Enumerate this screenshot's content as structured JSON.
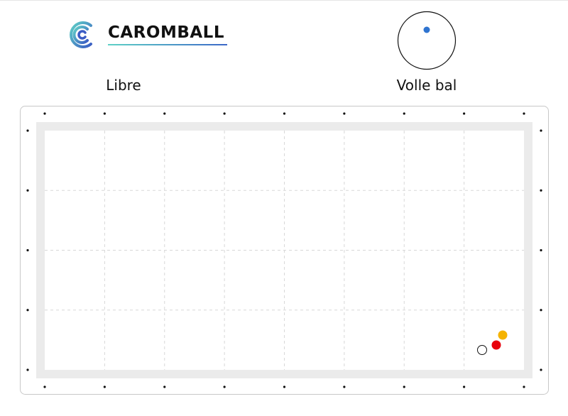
{
  "logo": {
    "text": "CAROMBALL",
    "icon": "caromball-logo-icon"
  },
  "game": {
    "label": "Libre"
  },
  "cue": {
    "label": "Volle bal",
    "icon": "cue-ball-contact-icon",
    "contact_point_color": "#2f74d0"
  },
  "table": {
    "cloth_color": "#ffffff",
    "cushion_color": "#ebebeb",
    "frame_border_color": "#c8c8c8",
    "grid_color": "#d8d8d8",
    "diamonds_per_long_side": 9,
    "diamonds_per_short_side": 5
  },
  "balls": [
    {
      "name": "white-ball",
      "color": "#ffffff",
      "stroke": "#111111"
    },
    {
      "name": "red-ball",
      "color": "#e8000b",
      "stroke": "#e8000b"
    },
    {
      "name": "yellow-ball",
      "color": "#f5b300",
      "stroke": "#f5b300"
    }
  ]
}
